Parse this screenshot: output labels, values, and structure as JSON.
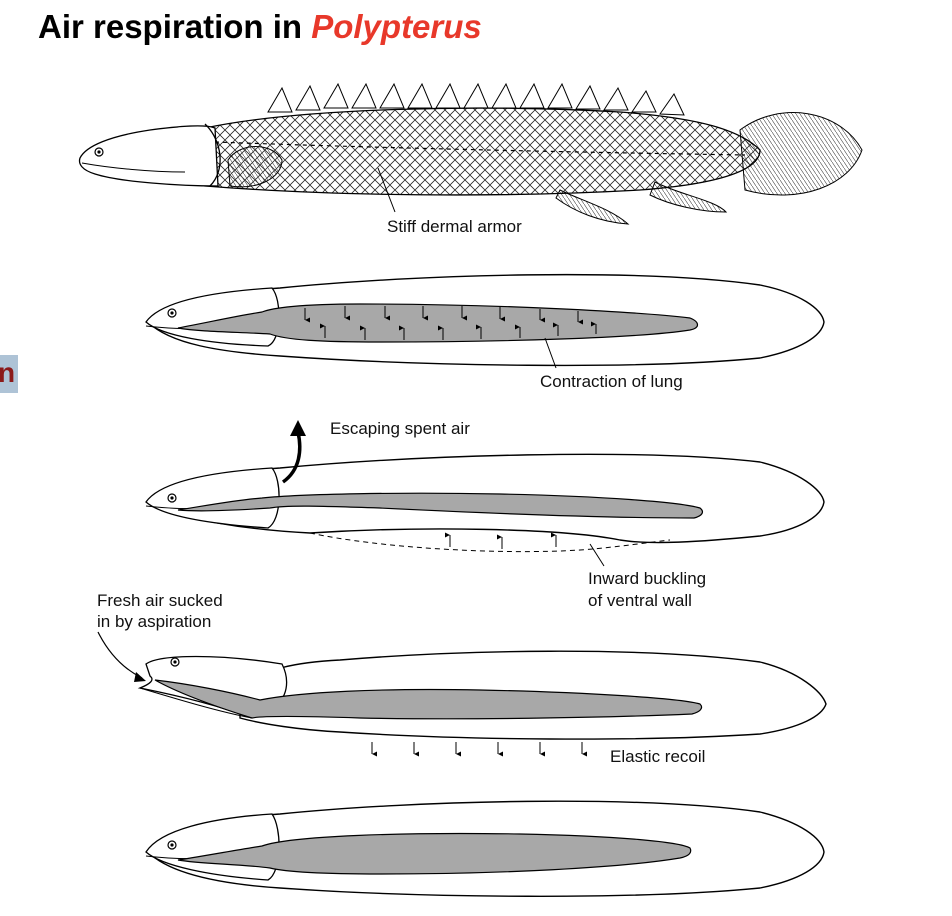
{
  "title": {
    "prefix": "Air respiration in ",
    "species": "Polypterus"
  },
  "edge_fragment": "n",
  "labels": {
    "armor": "Stiff dermal armor",
    "lung_contraction": "Contraction of lung",
    "escaping_air": "Escaping spent air",
    "buckling_line1": "Inward buckling",
    "buckling_line2": "of ventral wall",
    "fresh_air_line1": "Fresh air sucked",
    "fresh_air_line2": "in by aspiration",
    "elastic_recoil": "Elastic recoil"
  },
  "colors": {
    "title_text": "#000000",
    "species_text": "#e8382a",
    "lung_fill": "#a8a8a8",
    "edge_tab": "#aec3d6",
    "edge_text": "#8b1a1a"
  },
  "icons": [
    "fish-illustration",
    "eye-icon",
    "arrow-up-icon",
    "arrow-down-icon",
    "curved-arrow-icon"
  ]
}
